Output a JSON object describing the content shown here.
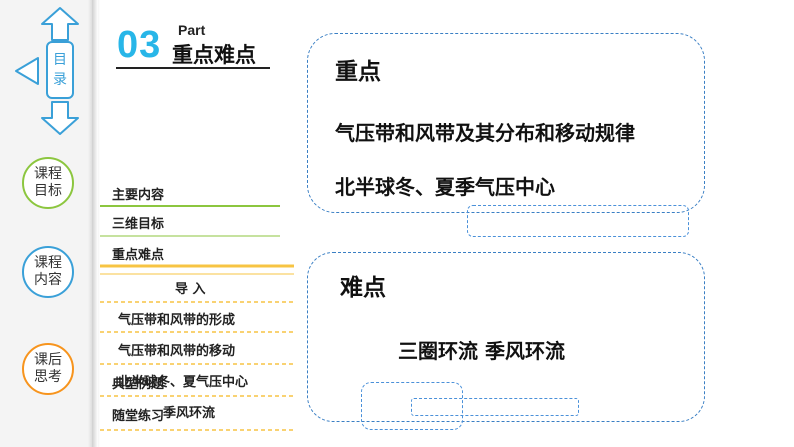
{
  "header": {
    "part_number": "03",
    "part_label": "Part",
    "part_title": "重点难点"
  },
  "sidebar": {
    "toc_label_1": "目",
    "toc_label_2": "录",
    "buttons": [
      {
        "line1": "课程",
        "line2": "目标"
      },
      {
        "line1": "课程",
        "line2": "内容"
      },
      {
        "line1": "课后",
        "line2": "思考"
      }
    ]
  },
  "menu": {
    "items": [
      "主要内容",
      "三维目标",
      "重点难点",
      "导  入",
      "气压带和风带的形成",
      "气压带和风带的移动",
      "北半球冬、夏气压中心",
      "随堂练习"
    ],
    "overlap_items": [
      "典型例题",
      "季风环流"
    ]
  },
  "key_points": {
    "heading": "重点",
    "lines": [
      "气压带和风带及其分布和移动规律",
      "北半球冬、夏季气压中心"
    ]
  },
  "difficult_points": {
    "heading": "难点",
    "line": "三圈环流  季风环流"
  },
  "colors": {
    "accent": "#28b6e8",
    "border_dash": "#3a7fc4",
    "menu_line_green": "#8cc63f",
    "menu_line_orange": "#f7c443"
  }
}
